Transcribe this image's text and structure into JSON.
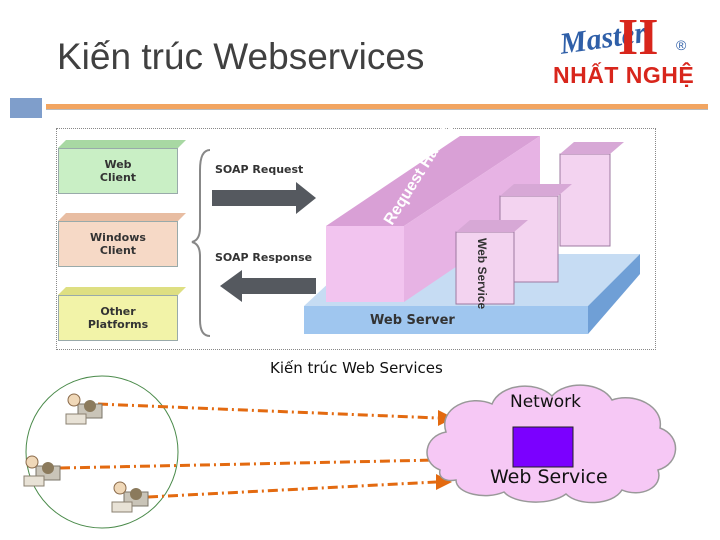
{
  "slide": {
    "title": "Kiến trúc Webservices",
    "caption": "Kiến trúc Web Services"
  },
  "logo": {
    "script_text": "Master",
    "roman_numeral": "II",
    "registered_mark": "®",
    "brand": "NHẤT NGHỆ"
  },
  "colors": {
    "title": "#404040",
    "accent_blue": "#7f9ecb",
    "accent_orange": "#f2a561",
    "brand_red": "#d8261c",
    "logo_blue": "#2f5fa8",
    "web_client": "#c9efc5",
    "windows_client": "#f6d9c6",
    "other_platforms": "#f2f3a8",
    "handler_pink": "#f2c4ef",
    "server_blue": "#9fc6ef",
    "service_box": "#7b00ff",
    "cloud": "#f6c8f5"
  },
  "architecture": {
    "clients": [
      {
        "label": "Web\nClient"
      },
      {
        "label": "Windows\nClient"
      },
      {
        "label": "Other\nPlatforms"
      }
    ],
    "request_label": "SOAP Request",
    "response_label": "SOAP Response",
    "handler_label": "Request Handler",
    "service_label": "Web Service",
    "server_label": "Web Server"
  },
  "network": {
    "cloud_label": "Network",
    "service_label": "Web Service",
    "user_icon": "user-computer-icon"
  }
}
